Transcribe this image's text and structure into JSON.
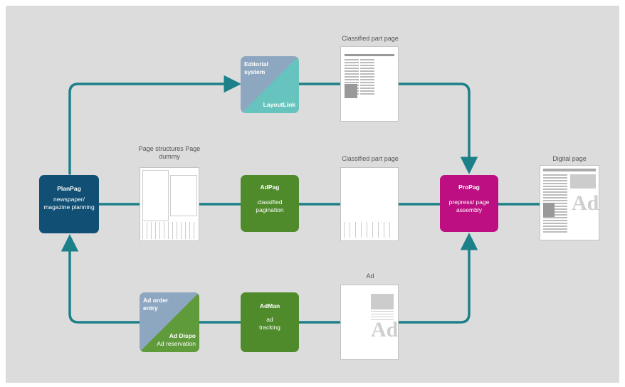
{
  "nodes": {
    "planpag": {
      "title": "PlanPag",
      "sub": "newspaper/ magazine planning"
    },
    "editorial": {
      "title": "Editorial system",
      "sub": "LayoutLink"
    },
    "adpag": {
      "title": "AdPag",
      "sub": "classified pagination"
    },
    "propag": {
      "title": "ProPag",
      "sub": "prepress/ page assembly"
    },
    "adorder": {
      "title": "Ad order entry",
      "sub_title": "Ad Dispo",
      "sub": "Ad reservation"
    },
    "adman": {
      "title": "AdMan",
      "sub": "ad tracking"
    }
  },
  "captions": {
    "classified_top": "Classified part page",
    "page_structures": "Page structures Page dummy",
    "classified_mid": "Classified part page",
    "digital_page": "Digital page",
    "ad": "Ad"
  },
  "ad_glyph": "Ad",
  "colors": {
    "wire": "#1c8089",
    "planpag": "#114f75",
    "green": "#4f8b2a",
    "propag": "#bd0e82"
  }
}
